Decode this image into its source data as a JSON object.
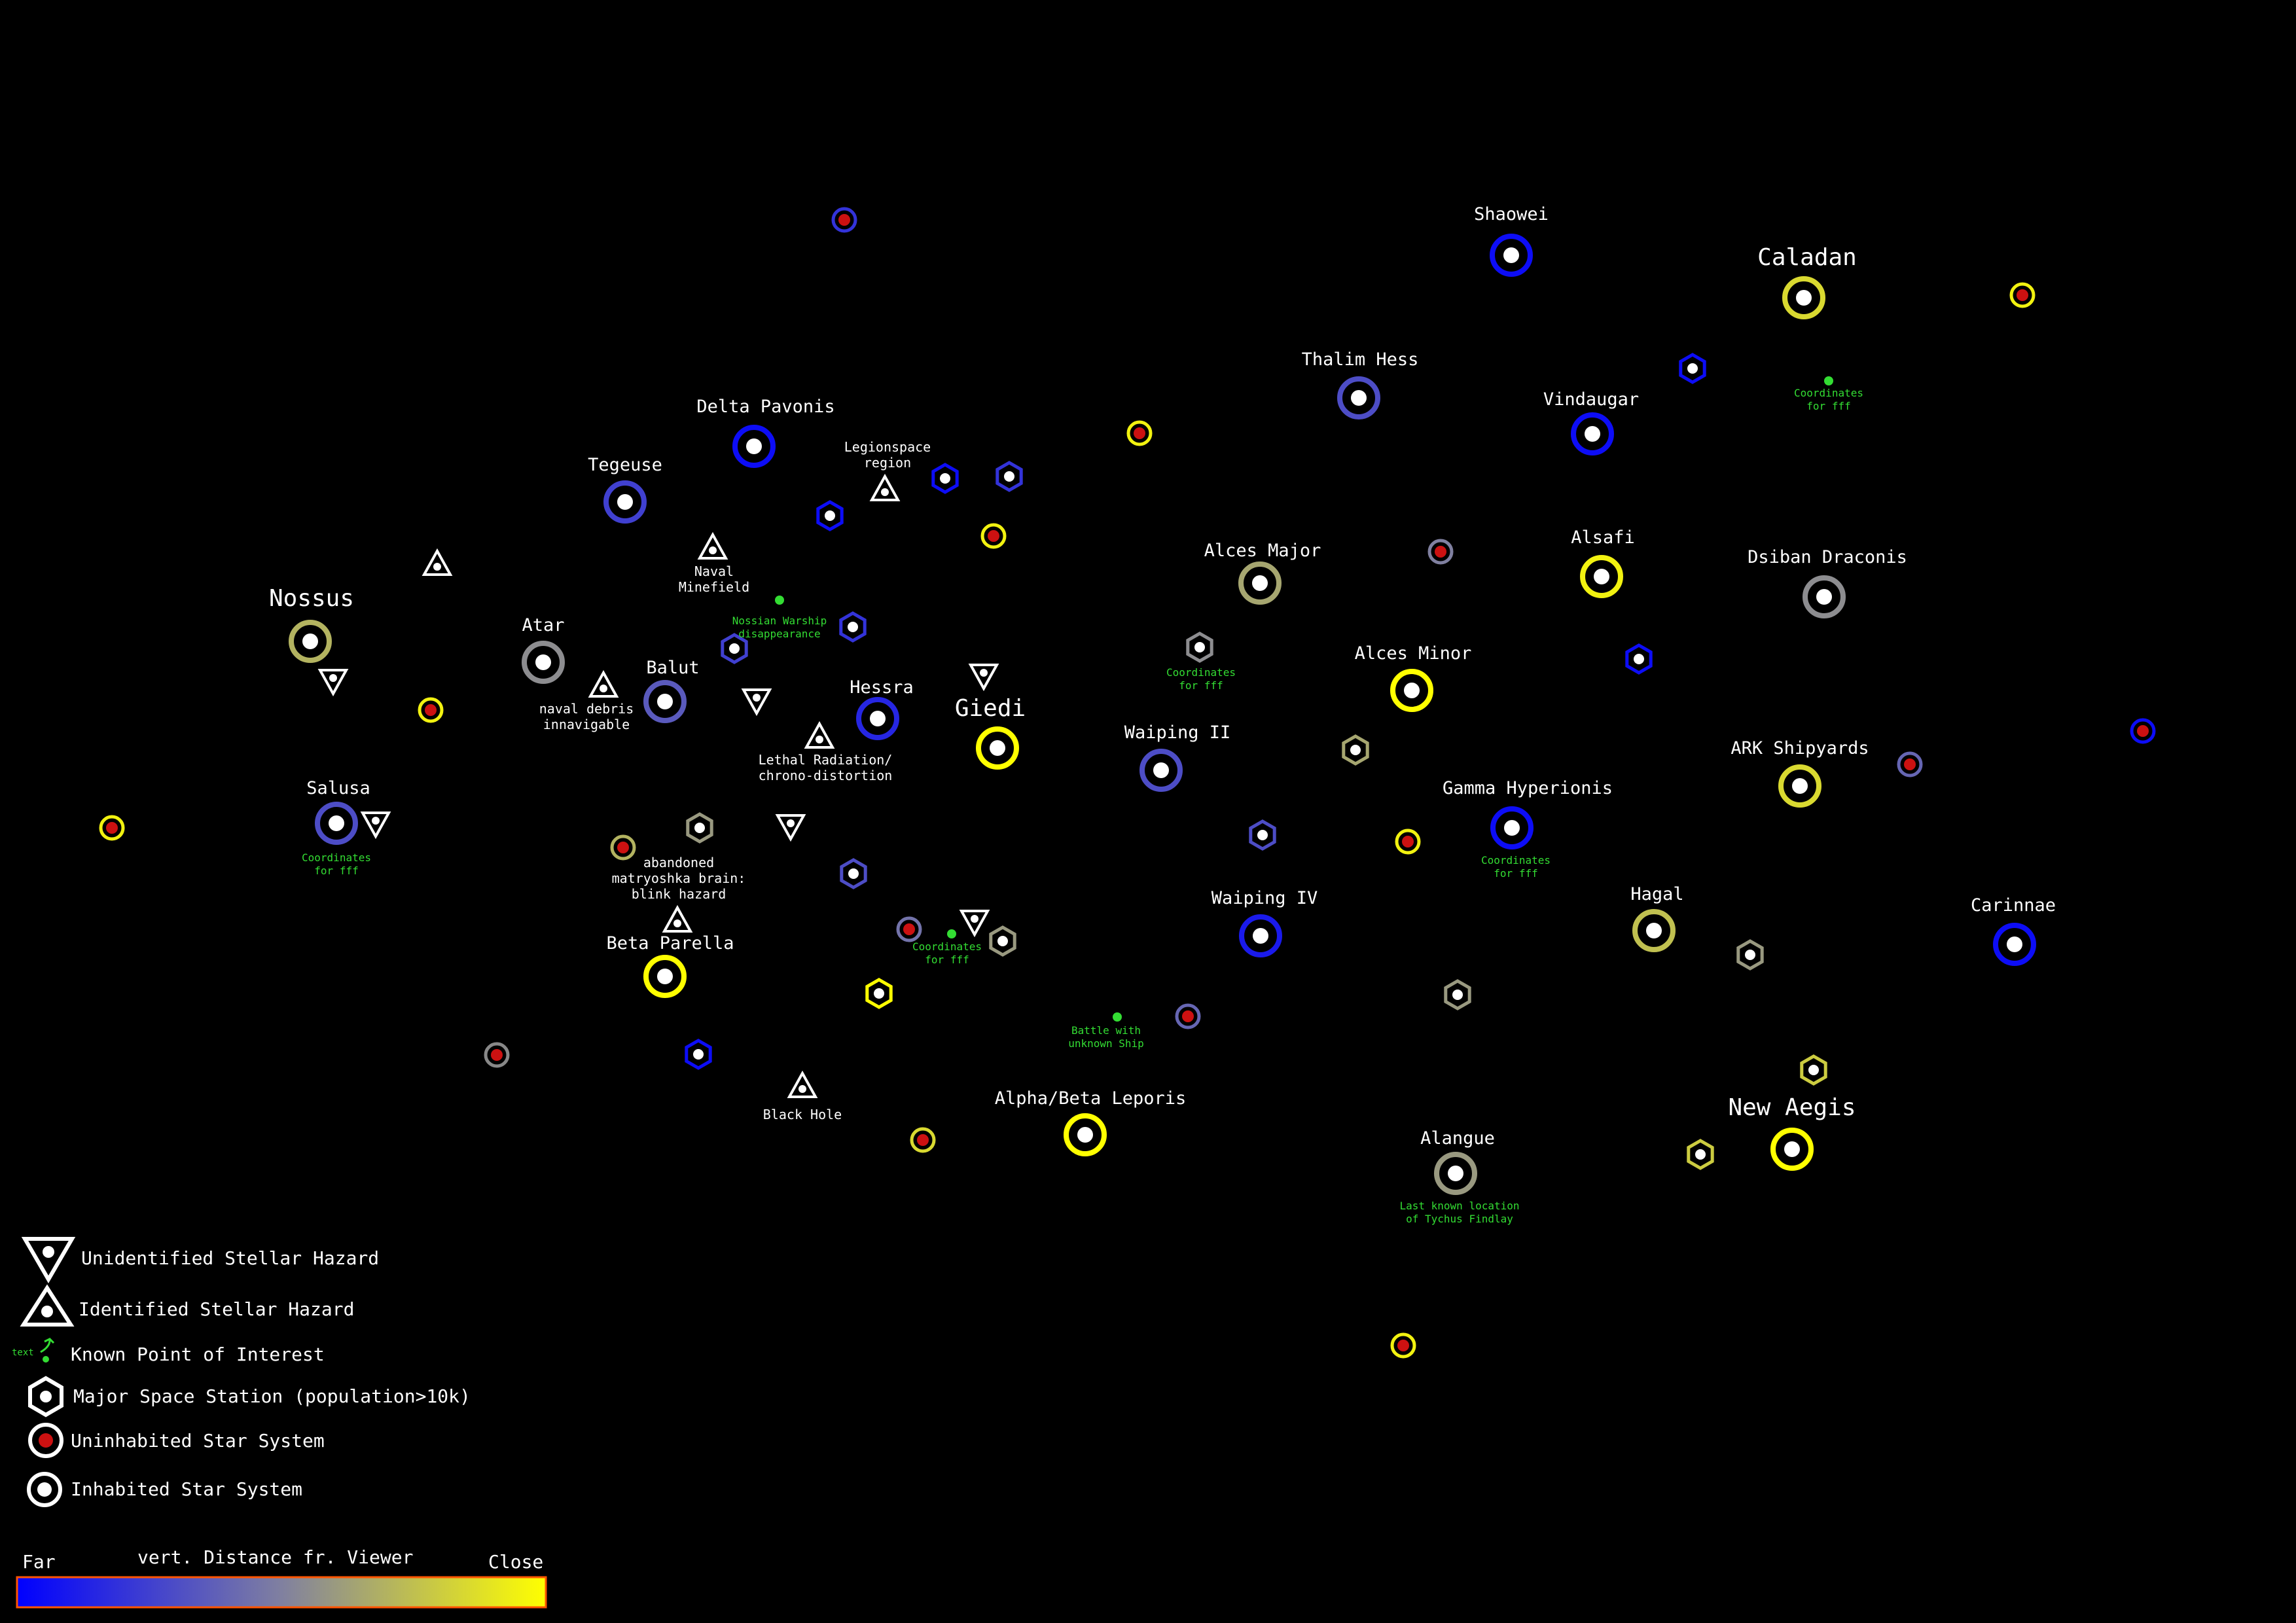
{
  "colors": {
    "background": "#000000",
    "uninhabited_core": "#cc1111",
    "poi": "#33dd33",
    "scale_far": "#0000ff",
    "scale_close": "#ffff00",
    "label_default": "#ffffff"
  },
  "inhabited_systems": [
    {
      "name": "Shaowei",
      "distance": 0.05
    },
    {
      "name": "Caladan",
      "distance": 0.85,
      "label_color": "#ffff88"
    },
    {
      "name": "Thalim Hess",
      "distance": 0.3
    },
    {
      "name": "Vindaugar",
      "distance": 0.05
    },
    {
      "name": "Delta Pavonis",
      "distance": 0.05
    },
    {
      "name": "Tegeuse",
      "distance": 0.25
    },
    {
      "name": "Alsafi",
      "distance": 0.95
    },
    {
      "name": "Alces Major",
      "distance": 0.65
    },
    {
      "name": "Dsiban Draconis",
      "distance": 0.55
    },
    {
      "name": "Nossus",
      "distance": 0.7,
      "label_color": "#ff6677"
    },
    {
      "name": "Atar",
      "distance": 0.55
    },
    {
      "name": "Balut",
      "distance": 0.35
    },
    {
      "name": "Hessra",
      "distance": 0.15
    },
    {
      "name": "Giedi",
      "distance": 1.0,
      "label_color": "#ffaa77"
    },
    {
      "name": "Alces Minor",
      "distance": 1.0
    },
    {
      "name": "Waiping II",
      "distance": 0.3
    },
    {
      "name": "ARK Shipyards",
      "distance": 0.85
    },
    {
      "name": "Salusa",
      "distance": 0.3
    },
    {
      "name": "Gamma Hyperionis",
      "distance": 0.05
    },
    {
      "name": "Waiping IV",
      "distance": 0.1
    },
    {
      "name": "Hagal",
      "distance": 0.75
    },
    {
      "name": "Carinnae",
      "distance": 0.05
    },
    {
      "name": "Beta Parella",
      "distance": 1.0
    },
    {
      "name": "Alpha/Beta Leporis",
      "distance": 1.0
    },
    {
      "name": "Alangue",
      "distance": 0.6
    },
    {
      "name": "New Aegis",
      "distance": 1.0,
      "label_color": "#88aaff"
    }
  ],
  "uninhabited_systems": [
    {
      "distance": 0.2
    },
    {
      "distance": 0.95
    },
    {
      "distance": 0.95
    },
    {
      "distance": 0.95
    },
    {
      "distance": 0.5
    },
    {
      "distance": 0.95
    },
    {
      "distance": 0.05
    },
    {
      "distance": 0.4
    },
    {
      "distance": 0.95
    },
    {
      "distance": 0.7
    },
    {
      "distance": 0.95
    },
    {
      "distance": 0.45
    },
    {
      "distance": 0.4
    },
    {
      "distance": 0.85
    },
    {
      "distance": 0.95
    }
  ],
  "space_stations": [
    {
      "distance": 0.05
    },
    {
      "distance": 0.05
    },
    {
      "distance": 0.2
    },
    {
      "distance": 0.05
    },
    {
      "distance": 0.2
    },
    {
      "distance": 0.25
    },
    {
      "distance": 0.05
    },
    {
      "distance": 0.55
    },
    {
      "distance": 0.65
    },
    {
      "distance": 0.3
    },
    {
      "distance": 0.6
    },
    {
      "distance": 0.3
    },
    {
      "distance": 0.6
    },
    {
      "distance": 1.0
    },
    {
      "distance": 0.05
    },
    {
      "distance": 0.6
    },
    {
      "distance": 0.6
    },
    {
      "distance": 0.8
    },
    {
      "distance": 0.8
    }
  ],
  "hazards": [
    {
      "type": "identified",
      "label": [
        "Legionspace",
        "region"
      ]
    },
    {
      "type": "identified"
    },
    {
      "type": "identified",
      "label": [
        "Naval",
        "Minefield"
      ]
    },
    {
      "type": "unidentified"
    },
    {
      "type": "identified",
      "label": [
        "naval debris",
        "innavigable"
      ]
    },
    {
      "type": "unidentified"
    },
    {
      "type": "unidentified"
    },
    {
      "type": "identified",
      "label": [
        "Lethal Radiation/",
        "chrono-distortion"
      ]
    },
    {
      "type": "unidentified"
    },
    {
      "type": "unidentified"
    },
    {
      "type": "identified",
      "label": [
        "abandoned",
        "matryoshka brain:",
        "blink hazard"
      ]
    },
    {
      "type": "unidentified"
    },
    {
      "type": "identified",
      "label": [
        "Black Hole"
      ]
    }
  ],
  "points_of_interest": [
    {
      "label": [
        "Coordinates",
        "for fff"
      ]
    },
    {
      "label": [
        "Nossian Warship",
        "disappearance"
      ]
    },
    {
      "label": [
        "Coordinates",
        "for fff"
      ]
    },
    {
      "label": [
        "Coordinates",
        "for fff"
      ]
    },
    {
      "label": [
        "Coordinates",
        "for fff"
      ]
    },
    {
      "label": [
        "Coordinates",
        "for fff"
      ]
    },
    {
      "label": [
        "Battle with",
        "unknown Ship"
      ]
    },
    {
      "label": [
        "Last known location",
        "of Tychus Findlay"
      ]
    }
  ],
  "legend": {
    "unidentified_hazard": "Unidentified Stellar Hazard",
    "identified_hazard": "Identified Stellar Hazard",
    "poi": "Known Point of Interest",
    "poi_sample": "text",
    "station": "Major Space Station (population>10k)",
    "uninhabited": "Uninhabited Star System",
    "inhabited": "Inhabited Star System"
  },
  "scale": {
    "far": "Far",
    "title": "vert. Distance fr. Viewer",
    "close": "Close"
  }
}
